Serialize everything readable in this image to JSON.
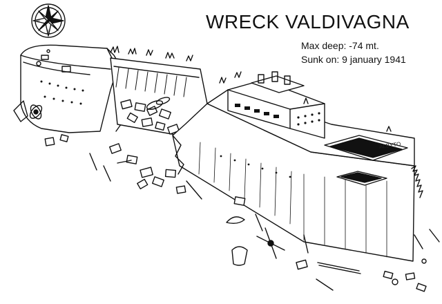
{
  "title": "WRECK VALDIVAGNA",
  "max_depth": "Max deep: -74 mt.",
  "sunk_on": "Sunk on: 9 january 1941",
  "signature": "ALBYTO",
  "compass": {
    "letters": [
      "N",
      "S",
      "E",
      "W"
    ]
  },
  "ink_color": "#111111",
  "paper_color": "#ffffff"
}
